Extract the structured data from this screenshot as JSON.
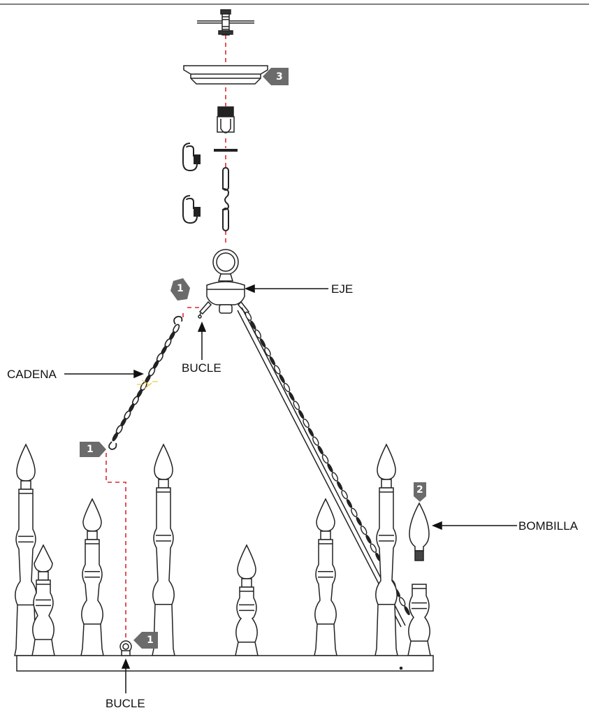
{
  "labels": {
    "hub": "EJE",
    "loop_top": "BUCLE",
    "chain": "CADENA",
    "bulb": "BOMBILLA",
    "loop_bottom": "BUCLE"
  },
  "steps": {
    "canopy": "3",
    "bulb": "2",
    "hub_chain": "1",
    "chain_end": "1",
    "frame_loop": "1"
  },
  "colors": {
    "line": "#222222",
    "guide": "#d9282f",
    "badge": "#6b6b6b"
  }
}
